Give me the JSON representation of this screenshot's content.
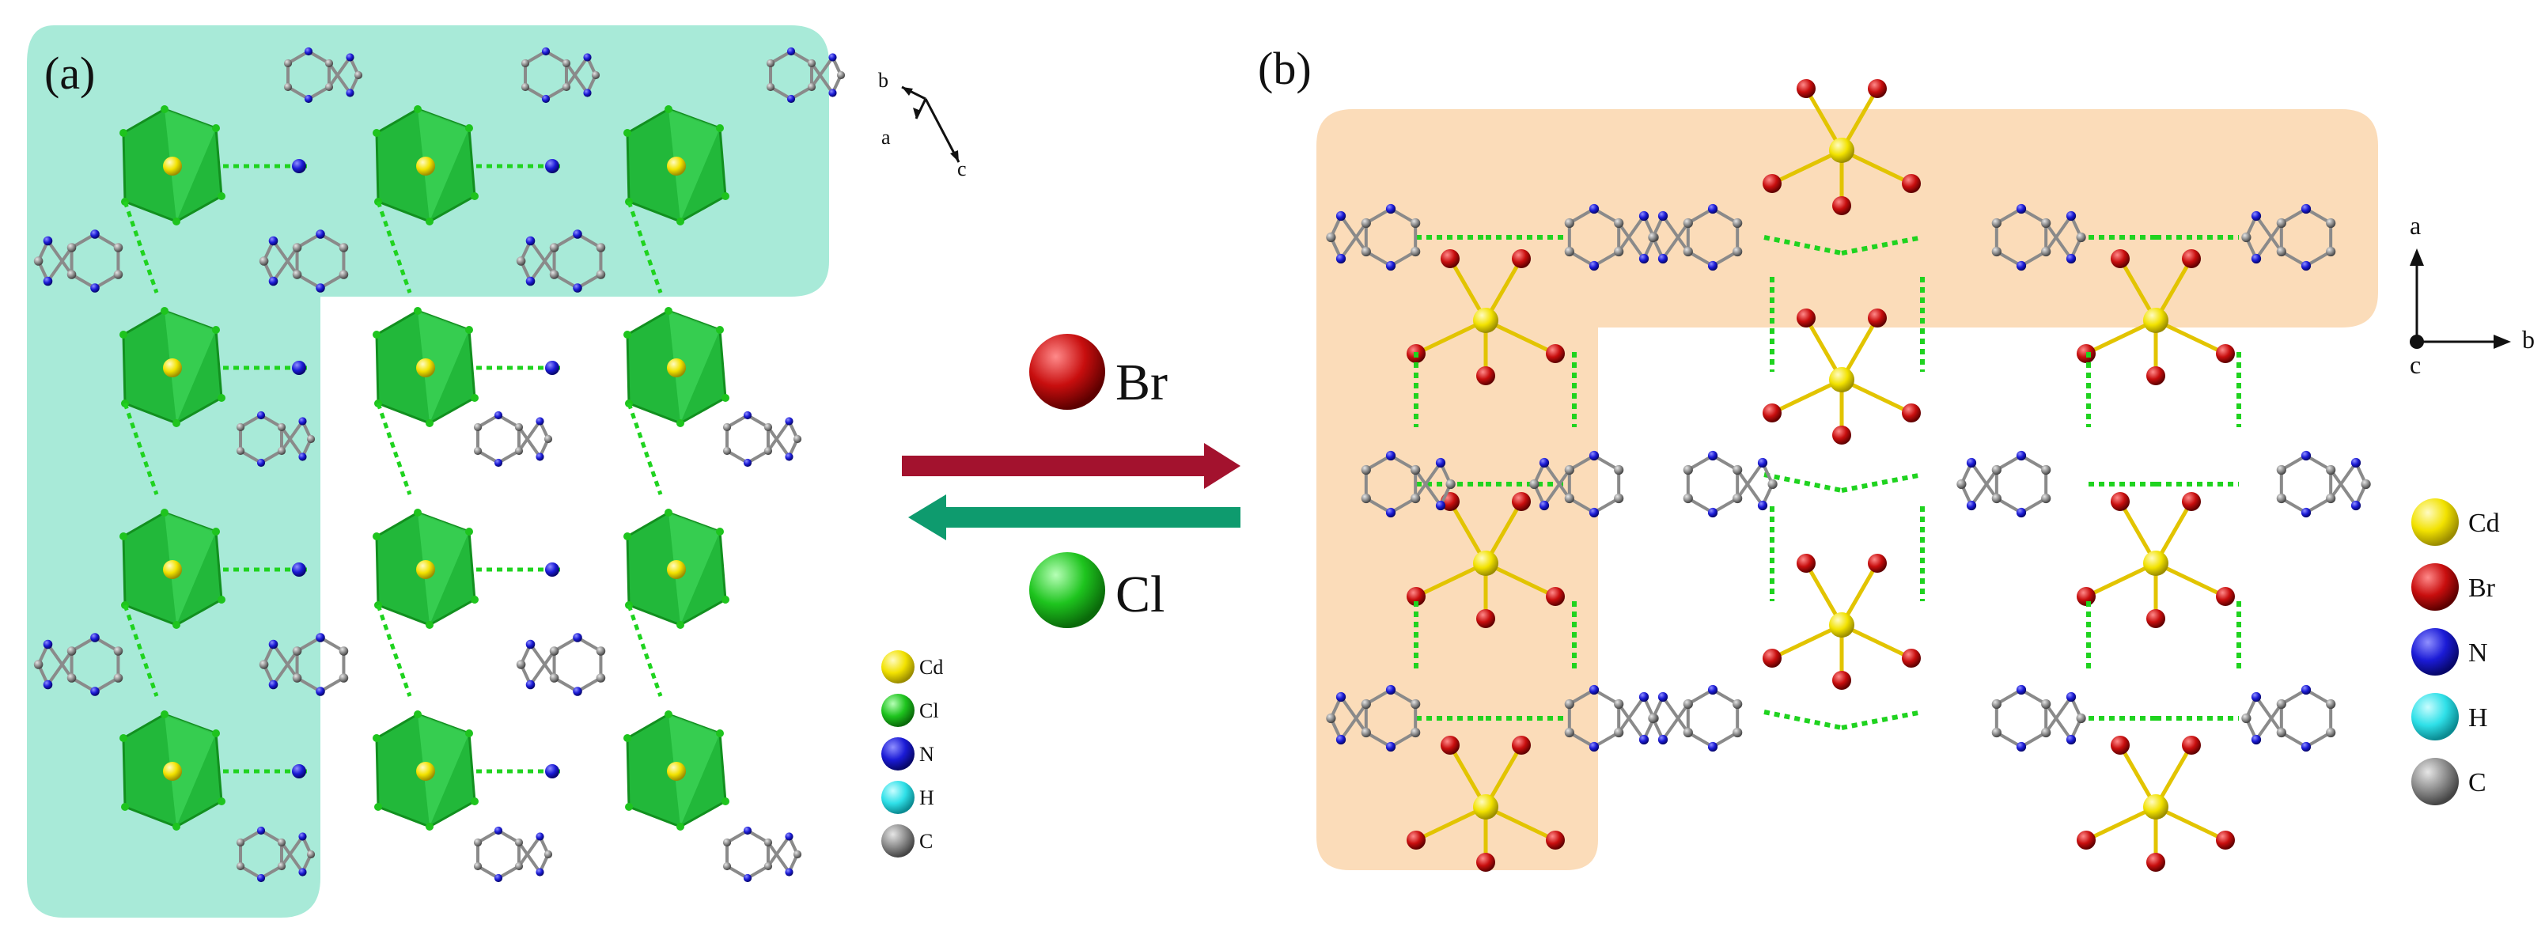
{
  "panel_a": {
    "label": "(a)",
    "axes": {
      "b": "b",
      "a": "a",
      "c": "c"
    },
    "legend": [
      {
        "symbol": "Cd",
        "color": "#f2e200"
      },
      {
        "symbol": "Cl",
        "color": "#1ec41e"
      },
      {
        "symbol": "N",
        "color": "#1b1bd6"
      },
      {
        "symbol": "H",
        "color": "#2fe0e8"
      },
      {
        "symbol": "C",
        "color": "#8e8e8e"
      }
    ],
    "region_color": "#a8ead8"
  },
  "panel_b": {
    "label": "(b)",
    "axes": {
      "a": "a",
      "b": "b",
      "c": "c"
    },
    "legend": [
      {
        "symbol": "Cd",
        "color": "#f2e200"
      },
      {
        "symbol": "Br",
        "color": "#c80e0e"
      },
      {
        "symbol": "N",
        "color": "#1b1bd6"
      },
      {
        "symbol": "H",
        "color": "#2fe0e8"
      },
      {
        "symbol": "C",
        "color": "#8e8e8e"
      }
    ],
    "region_color": "#fbdcb9"
  },
  "exchange": {
    "top_ion": {
      "symbol": "Br",
      "color": "#c80e0e"
    },
    "bottom_ion": {
      "symbol": "Cl",
      "color": "#1ec41e"
    },
    "forward_color": "#a3122e",
    "reverse_color": "#0e9b6e"
  }
}
